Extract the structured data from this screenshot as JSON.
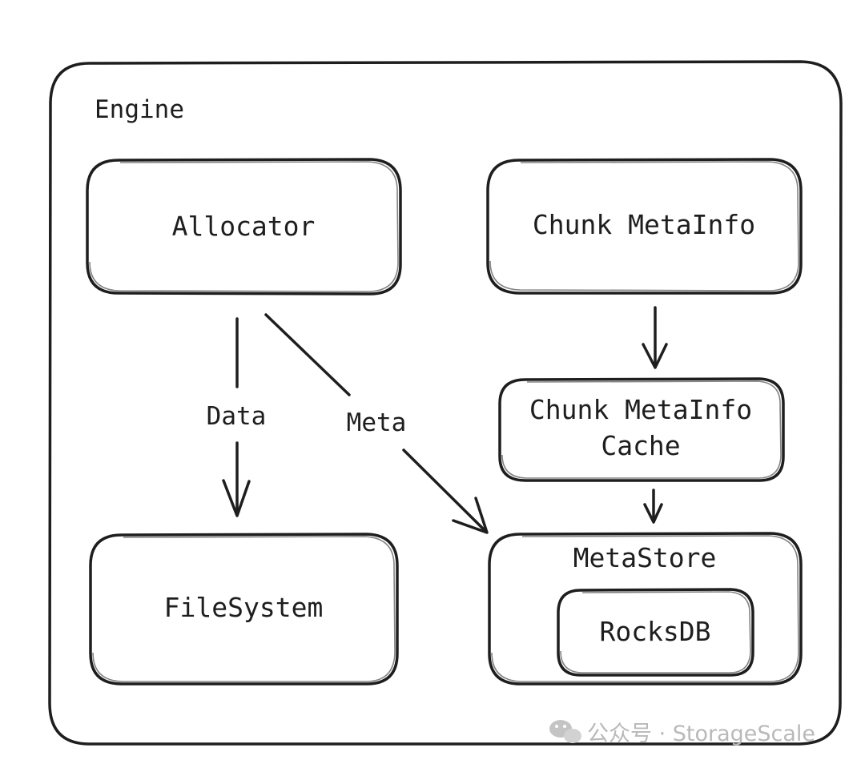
{
  "engine": {
    "label": "Engine"
  },
  "nodes": {
    "allocator": {
      "label": "Allocator"
    },
    "chunk_metainfo": {
      "label": "Chunk MetaInfo"
    },
    "chunk_metainfo_cache": {
      "line1": "Chunk MetaInfo",
      "line2": "Cache"
    },
    "filesystem": {
      "label": "FileSystem"
    },
    "metastore": {
      "label": "MetaStore"
    },
    "rocksdb": {
      "label": "RocksDB"
    }
  },
  "edges": {
    "data": {
      "label": "Data",
      "from": "Allocator",
      "to": "FileSystem"
    },
    "meta": {
      "label": "Meta",
      "from": "Allocator",
      "to": "MetaStore"
    },
    "info_to_cache": {
      "from": "Chunk MetaInfo",
      "to": "Chunk MetaInfo Cache"
    },
    "cache_to_store": {
      "from": "Chunk MetaInfo Cache",
      "to": "MetaStore"
    }
  },
  "watermark": {
    "text": "公众号 · StorageScale",
    "icon": "wechat-icon"
  },
  "colors": {
    "stroke": "#1e1e1e",
    "background": "#ffffff",
    "watermark": "#b9b9b9"
  }
}
